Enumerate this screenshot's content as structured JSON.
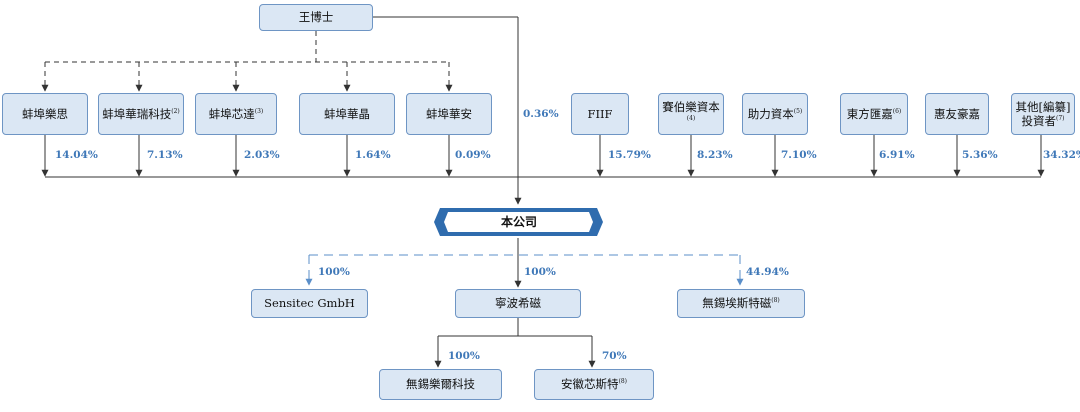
{
  "founder": {
    "label": "王博士"
  },
  "shareholders": [
    {
      "name": "蚌埠樂思",
      "note": "",
      "pct": "14.04%"
    },
    {
      "name": "蚌埠華瑞科技",
      "note": "(2)",
      "pct": "7.13%"
    },
    {
      "name": "蚌埠芯達",
      "note": "(3)",
      "pct": "2.03%"
    },
    {
      "name": "蚌埠華晶",
      "note": "",
      "pct": "1.64%"
    },
    {
      "name": "蚌埠華安",
      "note": "",
      "pct": "0.09%"
    },
    {
      "name": "FIIF",
      "note": "",
      "pct": "15.79%"
    },
    {
      "name": "賽伯樂資本",
      "note": "(4)",
      "pct": "8.23%"
    },
    {
      "name": "助力資本",
      "note": "(5)",
      "pct": "7.10%"
    },
    {
      "name": "東方匯嘉",
      "note": "(6)",
      "pct": "6.91%"
    },
    {
      "name": "惠友豪嘉",
      "note": "",
      "pct": "5.36%"
    },
    {
      "name": "其他[編纂]",
      "name2": "投資者",
      "note": "(7)",
      "pct": "34.32%"
    }
  ],
  "founder_direct_pct": "0.36%",
  "company": {
    "label": "本公司"
  },
  "subsidiaries": [
    {
      "name": "Sensitec GmbH",
      "note": "",
      "pct": "100%"
    },
    {
      "name": "寧波希磁",
      "note": "",
      "pct": "100%"
    },
    {
      "name": "無錫埃斯特磁",
      "note": "(8)",
      "pct": "44.94%"
    }
  ],
  "sub_subsidiaries": [
    {
      "name": "無錫樂爾科技",
      "note": "",
      "pct": "100%"
    },
    {
      "name": "安徽芯斯特",
      "note": "(8)",
      "pct": "70%"
    }
  ],
  "colors": {
    "box_fill": "#dbe7f4",
    "box_border": "#6e95c4",
    "pct_text": "#3f78b8",
    "banner": "#2f6cae",
    "line": "#333333"
  }
}
